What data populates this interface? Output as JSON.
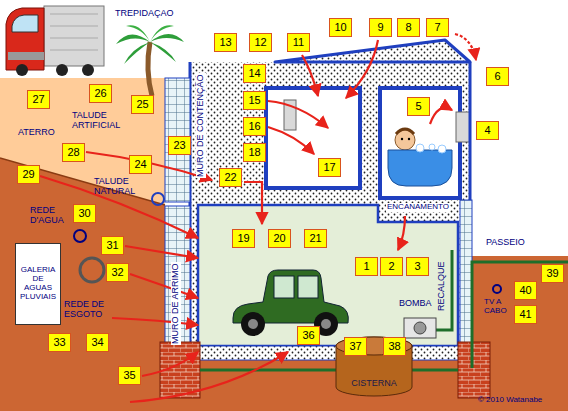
{
  "diagram": {
    "nodes": [
      {
        "text": [
          "1"
        ]
      },
      {
        "text": [
          "2"
        ]
      },
      {
        "text": [
          "3"
        ]
      },
      {
        "text": [
          "4"
        ]
      },
      {
        "text": [
          "5"
        ]
      },
      {
        "text": [
          "6"
        ]
      },
      {
        "text": [
          "7"
        ]
      },
      {
        "text": [
          "8"
        ]
      },
      {
        "text": [
          "9"
        ]
      },
      {
        "text": [
          "10"
        ]
      },
      {
        "text": [
          "11"
        ]
      },
      {
        "text": [
          "12"
        ]
      },
      {
        "text": [
          "13"
        ]
      },
      {
        "text": [
          "14"
        ]
      },
      {
        "text": [
          "15"
        ]
      },
      {
        "text": [
          "16"
        ]
      },
      {
        "text": [
          "17"
        ]
      },
      {
        "text": [
          "18"
        ]
      },
      {
        "text": [
          "19"
        ]
      },
      {
        "text": [
          "20"
        ]
      },
      {
        "text": [
          "21"
        ]
      },
      {
        "text": [
          "22"
        ]
      },
      {
        "text": [
          "23"
        ]
      },
      {
        "text": [
          "24"
        ]
      },
      {
        "text": [
          "25"
        ]
      },
      {
        "text": [
          "26"
        ]
      },
      {
        "text": [
          "27"
        ]
      },
      {
        "text": [
          "28"
        ]
      },
      {
        "text": [
          "29"
        ]
      },
      {
        "text": [
          "30"
        ]
      },
      {
        "text": [
          "31"
        ]
      },
      {
        "text": [
          "32"
        ]
      },
      {
        "text": [
          "33"
        ]
      },
      {
        "text": [
          "34"
        ]
      },
      {
        "text": [
          "35"
        ]
      },
      {
        "text": [
          "36"
        ]
      },
      {
        "text": [
          "37"
        ]
      },
      {
        "text": [
          "38"
        ]
      },
      {
        "text": [
          "39"
        ]
      },
      {
        "text": [
          "40"
        ]
      },
      {
        "text": [
          "41"
        ]
      },
      {
        "text": [
          "GALERIA DE AGUAS PLUVIAIS"
        ]
      },
      {
        "text": [
          "CISTERNA"
        ]
      }
    ],
    "labels": [
      "TREPIDAÇAO",
      "ATERRO",
      "TALUDE ARTIFICIAL",
      "MURO DE CONTENÇÃO",
      "TALUDE NATURAL",
      "REDE D'AGUA",
      "REDE DE ESGOTO",
      "MURO DE ARRIMO",
      "ENCANAMENTO",
      "RECALQUE",
      "PASSEIO",
      "BOMBA",
      "TV A CABO",
      "© 2010 Watanabe"
    ]
  }
}
